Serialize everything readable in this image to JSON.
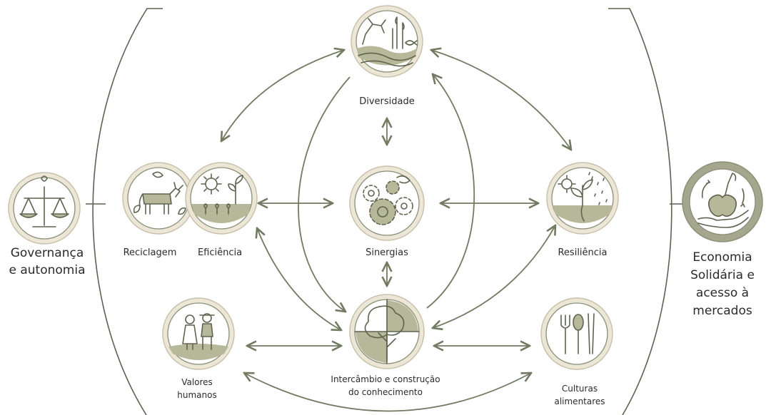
{
  "labels": {
    "diversidade": "Diversidade",
    "reciclagem": "Reciclagem",
    "eficiencia": "Eficiência",
    "sinergias": "Sinergias",
    "resiliencia": "Resiliência",
    "valores_line1": "Valores",
    "valores_line2": "humanos",
    "intercambio_line1": "Intercâmbio e construção",
    "intercambio_line2": "do conhecimento",
    "culturas_line1": "Culturas",
    "culturas_line2": "alimentares",
    "governanca_line1": "Governança",
    "governanca_line2": "e autonomia",
    "economia_line1": "Economia",
    "economia_line2": "Solidária e",
    "economia_line3": "acesso à",
    "economia_line4": "mercados"
  },
  "icons": {
    "diversidade": "ox-plants-fish-icon",
    "reciclagem": "cow-leaves-icon",
    "eficiencia": "sun-seedlings-icon",
    "sinergias": "gears-icon",
    "resiliencia": "sun-rain-plant-icon",
    "valores": "people-icon",
    "intercambio": "tree-quadrants-icon",
    "culturas": "fork-spoon-chopsticks-icon",
    "governanca": "scales-icon",
    "economia": "apple-hand-icon"
  },
  "colors": {
    "line": "#727a62",
    "bracket": "#5b6350",
    "ring": "#ece6d6",
    "icon_ink": "#5e644f",
    "icon_fill": "#b6b899"
  }
}
